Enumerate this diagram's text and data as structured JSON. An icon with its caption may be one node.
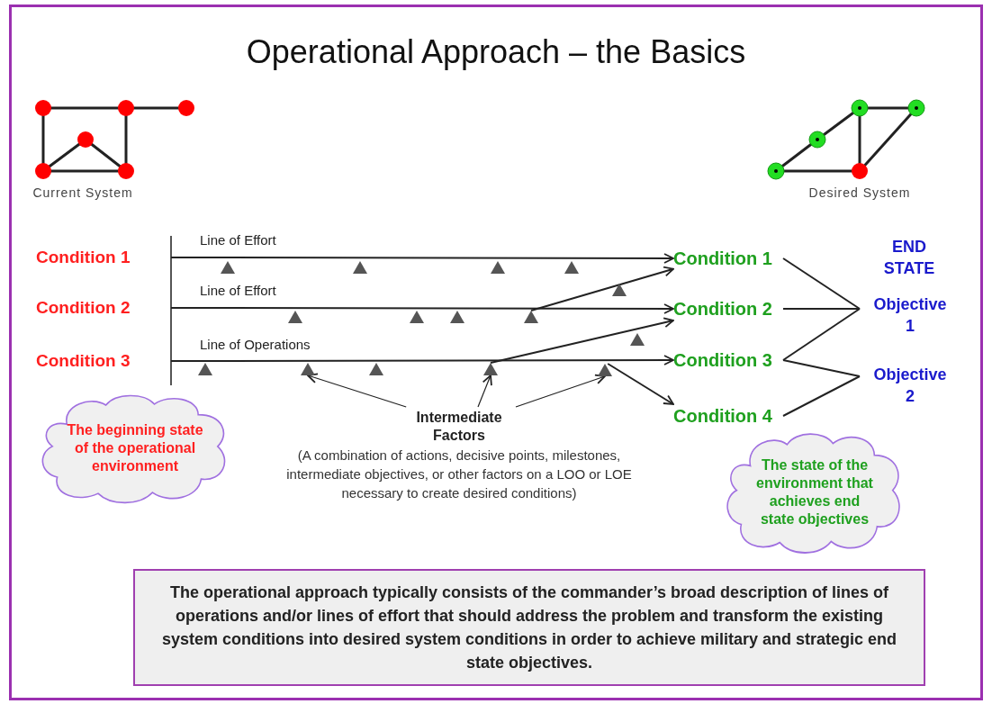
{
  "diagram": {
    "title": "Operational Approach – the Basics",
    "nodes": [
      {
        "text": [
          "Condition 1"
        ]
      },
      {
        "text": [
          "Condition 2"
        ]
      },
      {
        "text": [
          "Condition 3"
        ]
      },
      {
        "text": [
          "Condition 1"
        ]
      },
      {
        "text": [
          "Condition 2"
        ]
      },
      {
        "text": [
          "Condition 3"
        ]
      },
      {
        "text": [
          "Condition 4"
        ]
      },
      {
        "text": [
          "Objective 1"
        ]
      },
      {
        "text": [
          "Objective 2"
        ]
      },
      {
        "text": [
          "Intermediate Factors",
          "(A combination of actions, decisive points, milestones, intermediate objectives, or other factors on a LOO or LOE necessary to create desired conditions)"
        ]
      },
      {
        "text": [
          "The beginning state of the operational environment"
        ]
      },
      {
        "text": [
          "The state of the environment that achieves end state objectives"
        ]
      },
      {
        "text": [
          "The operational approach typically consists of the commander’s broad description of lines of operations and/or lines of effort that should address the problem and transform the existing system conditions into desired system conditions in order to achieve military and strategic end state objectives."
        ]
      },
      {
        "text": [],
        "shape": "triangle"
      },
      {
        "text": [],
        "shape": "triangle"
      },
      {
        "text": [],
        "shape": "triangle"
      },
      {
        "text": [],
        "shape": "triangle"
      },
      {
        "text": [],
        "shape": "triangle"
      },
      {
        "text": [],
        "shape": "triangle"
      },
      {
        "text": [],
        "shape": "triangle"
      },
      {
        "text": [],
        "shape": "triangle"
      },
      {
        "text": [],
        "shape": "triangle"
      },
      {
        "text": [],
        "shape": "triangle"
      },
      {
        "text": [],
        "shape": "triangle"
      },
      {
        "text": [],
        "shape": "triangle"
      },
      {
        "text": [],
        "shape": "triangle"
      },
      {
        "text": [],
        "shape": "triangle"
      },
      {
        "text": [],
        "shape": "triangle"
      }
    ],
    "edges": [
      {
        "from": 0,
        "to": 3,
        "arrow": "to",
        "label": "Line of Effort"
      },
      {
        "from": 1,
        "to": 4,
        "arrow": "to",
        "label": "Line of Effort"
      },
      {
        "from": 2,
        "to": 5,
        "arrow": "to",
        "label": "Line of Operations"
      },
      {
        "from": 21,
        "to": 3,
        "arrow": "to"
      },
      {
        "from": 26,
        "to": 4,
        "arrow": "to"
      },
      {
        "from": 27,
        "to": 6,
        "arrow": "to"
      },
      {
        "from": 9,
        "to": 24,
        "arrow": "to"
      },
      {
        "from": 9,
        "to": 26,
        "arrow": "to"
      },
      {
        "from": 9,
        "to": 27,
        "arrow": "to"
      },
      {
        "from": 3,
        "to": 7,
        "arrow": "none"
      },
      {
        "from": 4,
        "to": 7,
        "arrow": "none"
      },
      {
        "from": 5,
        "to": 7,
        "arrow": "none"
      },
      {
        "from": 5,
        "to": 8,
        "arrow": "none"
      },
      {
        "from": 6,
        "to": 8,
        "arrow": "none"
      }
    ],
    "labels": [
      "Current System",
      "Desired System",
      "END STATE"
    ]
  }
}
